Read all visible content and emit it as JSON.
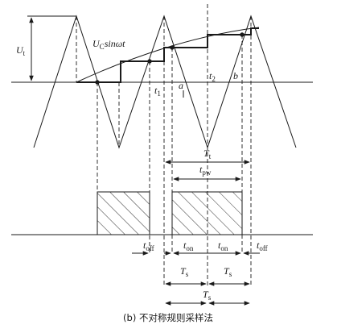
{
  "labels": {
    "ut_main": "U",
    "ut_sub": "t",
    "sine_amp": "U",
    "sine_amp_sub": "C",
    "sine_func": "sinωt",
    "t1_main": "t",
    "t1_sub": "1",
    "a": "a",
    "t2_main": "t",
    "t2_sub": "2",
    "b": "b",
    "Tt_main": "T",
    "Tt_sub": "t",
    "tpw_main": "t",
    "tpw_sub": "pw",
    "toff_main": "t",
    "toff_sub": "off",
    "ton_main": "t",
    "ton_sub": "on",
    "Ts_main": "T",
    "Ts_sub": "s"
  },
  "caption": "(b) 不对称规则采样法"
}
